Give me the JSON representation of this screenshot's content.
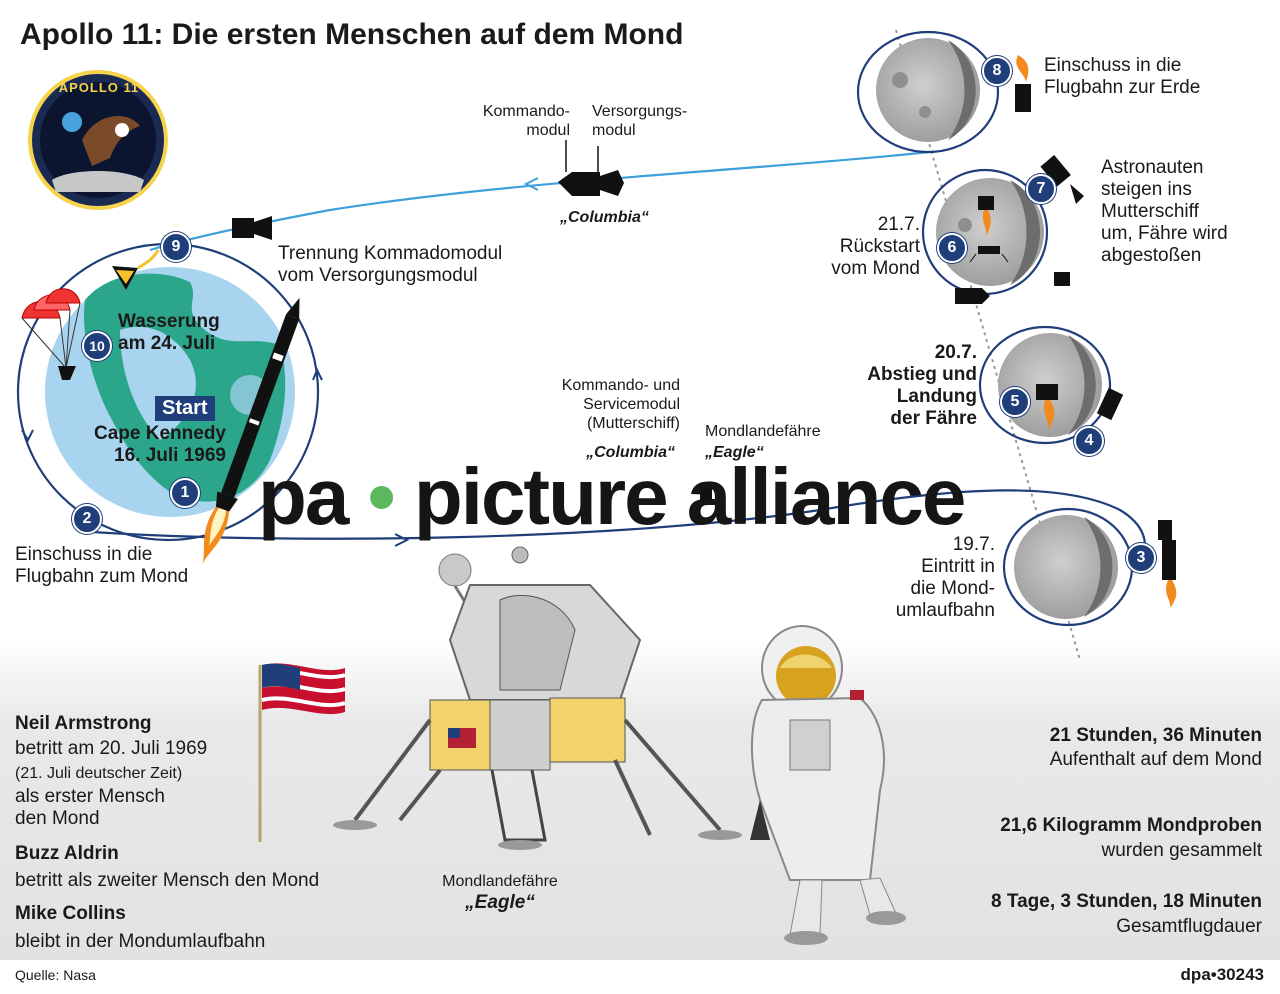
{
  "title": "Apollo 11: Die ersten Menschen auf dem Mond",
  "mission_patch_text": "APOLLO 11",
  "watermark": {
    "left": "pa",
    "right": "picture alliance"
  },
  "colors": {
    "navy": "#1f3e7a",
    "orbit_blue": "#3d9fdc",
    "earth_ocean": "#a8d4f0",
    "earth_land": "#2ca68a",
    "moon_grey": "#b9b9b9",
    "flame": "#f28a1c",
    "ground": "#e6e6e6"
  },
  "spacecraft_labels": {
    "kommandomodul": "Kommando-\nmodul",
    "versorgungsmodul": "Versorgungs-\nmodul",
    "columbia": "„Columbia“",
    "servicemodul": "Kommando- und\nServicemodul\n(Mutterschiff)",
    "columbia2": "„Columbia“",
    "mondlandefaehre": "Mondlandefähre",
    "eagle": "„Eagle“"
  },
  "steps": [
    {
      "n": "1"
    },
    {
      "n": "2",
      "label": "Einschuss in die\nFlugbahn zum Mond"
    },
    {
      "n": "3",
      "label": "19.7.\nEintritt in\ndie Mond-\numlaufbahn"
    },
    {
      "n": "4"
    },
    {
      "n": "5",
      "label": "20.7.\nAbstieg und\nLandung\nder Fähre"
    },
    {
      "n": "6",
      "label": "21.7.\nRückstart\nvom Mond"
    },
    {
      "n": "7",
      "label": "Astronauten\nsteigen ins\nMutterschiff\num, Fähre wird\nabgestoßen"
    },
    {
      "n": "8",
      "label": "Einschuss in die\nFlugbahn zur Erde"
    },
    {
      "n": "9",
      "label": "Trennung Kommadomodul\nvom Versorgungsmodul"
    },
    {
      "n": "10",
      "label": "Wasserung\nam 24. Juli"
    }
  ],
  "start": {
    "badge": "Start",
    "place": "Cape Kennedy\n16. Juli 1969"
  },
  "crew": [
    {
      "name": "Neil Armstrong",
      "text": "betritt am 20. Juli 1969",
      "note": "(21. Juli deutscher Zeit)",
      "text2": "als erster Mensch\nden Mond"
    },
    {
      "name": "Buzz Aldrin",
      "text": "betritt als zweiter Mensch den Mond"
    },
    {
      "name": "Mike Collins",
      "text": "bleibt in der Mondumlaufbahn"
    }
  ],
  "lander_caption": {
    "line1": "Mondlandefähre",
    "line2": "„Eagle“"
  },
  "facts": [
    {
      "value": "21 Stunden, 36 Minuten",
      "label": "Aufenthalt auf dem Mond"
    },
    {
      "value": "21,6 Kilogramm Mondproben",
      "label": "wurden gesammelt"
    },
    {
      "value": "8 Tage, 3 Stunden, 18 Minuten",
      "label": "Gesamtflugdauer"
    }
  ],
  "source": "Quelle: Nasa",
  "credit": "dpa•30243"
}
